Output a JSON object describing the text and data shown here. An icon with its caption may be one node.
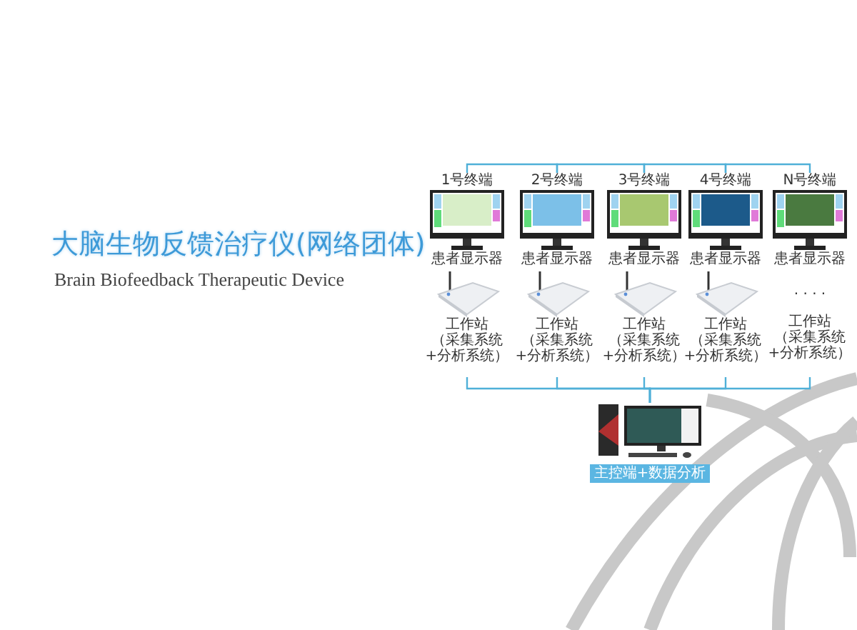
{
  "diagram": {
    "title": "大脑生物反馈治疗仪(网络团体)",
    "nodes": [
      {
        "text": [
          "1号终端",
          "患者显示器"
        ]
      },
      {
        "text": [
          "2号终端",
          "患者显示器"
        ]
      },
      {
        "text": [
          "3号终端",
          "患者显示器"
        ]
      },
      {
        "text": [
          "4号终端",
          "患者显示器"
        ]
      },
      {
        "text": [
          "N号终端",
          "患者显示器"
        ]
      },
      {
        "text": [
          "工作站",
          "（采集系统+分析系统）"
        ]
      },
      {
        "text": [
          "工作站",
          "（采集系统+分析系统）"
        ]
      },
      {
        "text": [
          "工作站",
          "（采集系统+分析系统）"
        ]
      },
      {
        "text": [
          "工作站",
          "（采集系统+分析系统）"
        ]
      },
      {
        "text": [
          "工作站",
          "（采集系统+分析系统）"
        ],
        "beside": [
          ". . . ."
        ]
      },
      {
        "text": [
          "主控端+数据分析"
        ]
      }
    ],
    "edges": [
      {
        "from": 0,
        "to": 1,
        "arrow": "none"
      },
      {
        "from": 1,
        "to": 2,
        "arrow": "none"
      },
      {
        "from": 2,
        "to": 3,
        "arrow": "none"
      },
      {
        "from": 3,
        "to": 4,
        "arrow": "none"
      },
      {
        "from": 5,
        "to": 10,
        "arrow": "none"
      },
      {
        "from": 6,
        "to": 10,
        "arrow": "none"
      },
      {
        "from": 7,
        "to": 10,
        "arrow": "none"
      },
      {
        "from": 8,
        "to": 10,
        "arrow": "none"
      },
      {
        "from": 9,
        "to": 10,
        "arrow": "none"
      }
    ],
    "labels": [
      "Brain Biofeedback Therapeutic Device"
    ]
  }
}
